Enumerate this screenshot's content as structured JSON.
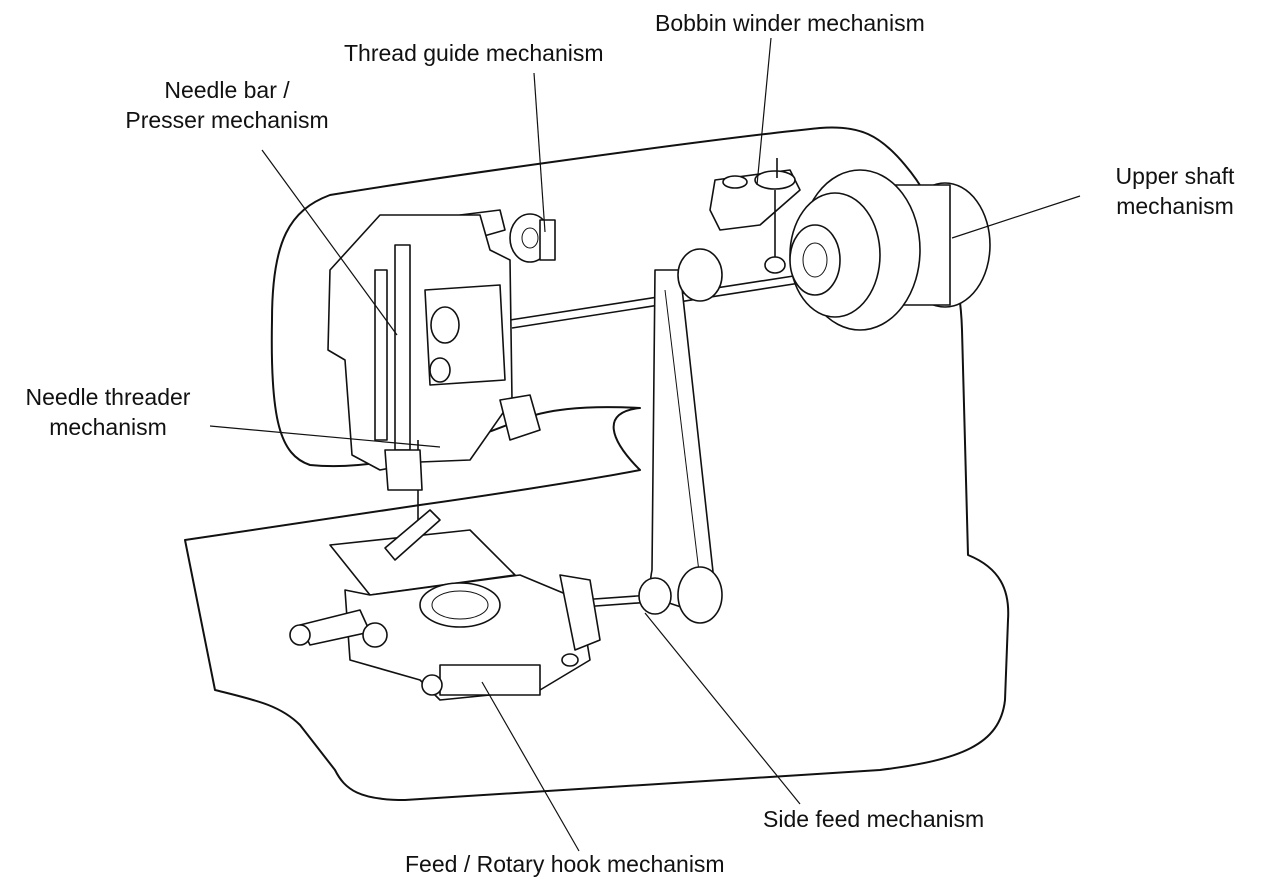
{
  "labels": {
    "thread_guide": "Thread guide mechanism",
    "bobbin_winder": "Bobbin winder mechanism",
    "needle_bar_line1": "Needle bar /",
    "needle_bar_line2": "Presser mechanism",
    "upper_shaft_line1": "Upper shaft",
    "upper_shaft_line2": "mechanism",
    "needle_threader_line1": "Needle threader",
    "needle_threader_line2": "mechanism",
    "side_feed": "Side feed mechanism",
    "feed_rotary_hook": "Feed / Rotary hook mechanism"
  }
}
